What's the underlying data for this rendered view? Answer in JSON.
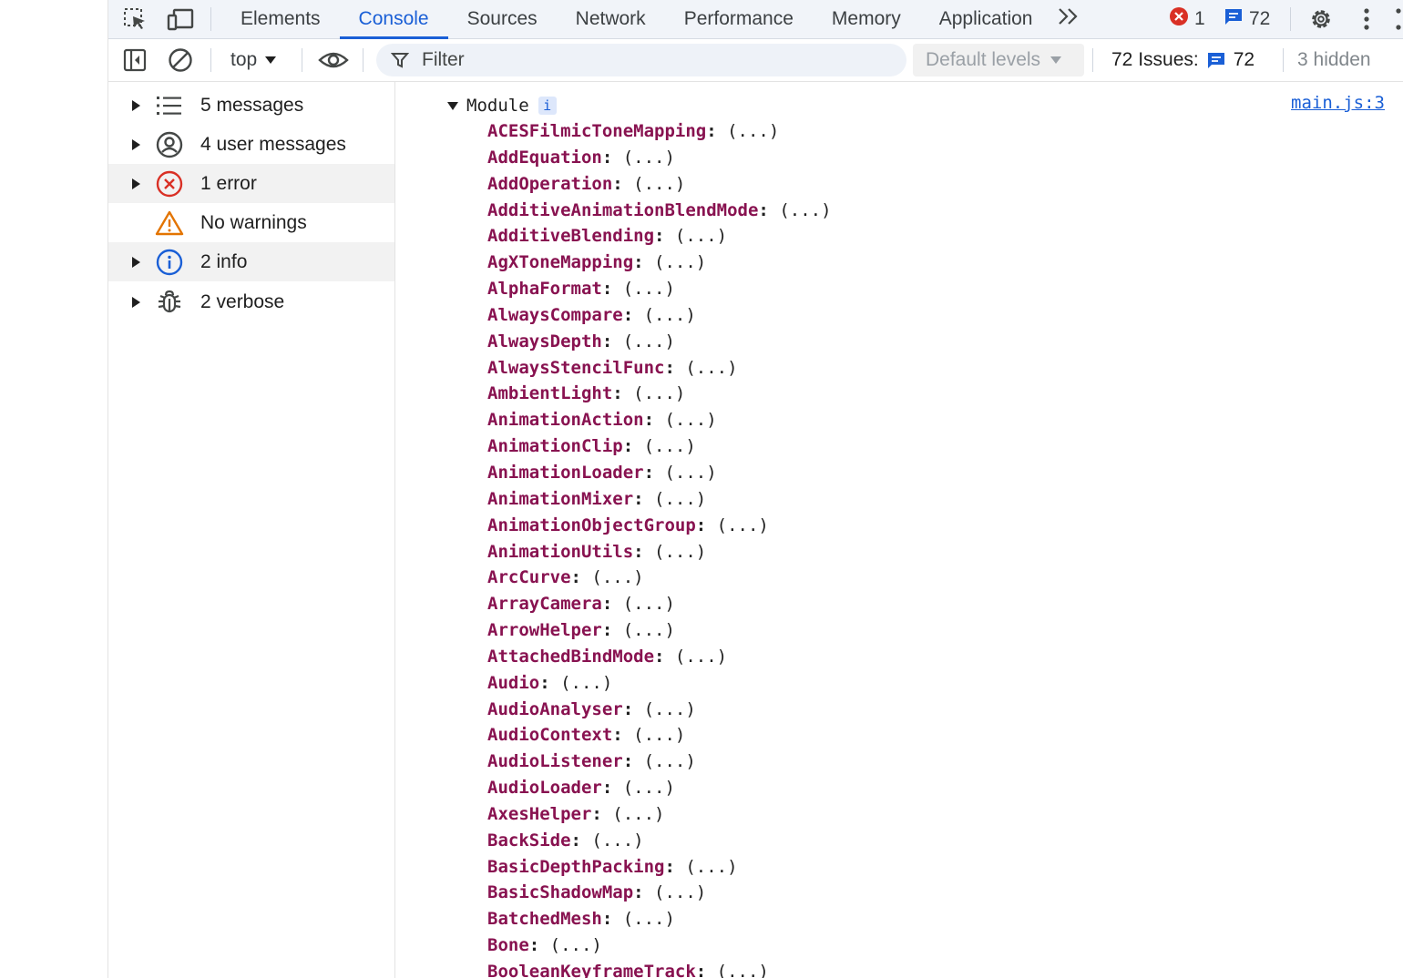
{
  "tabs": [
    "Elements",
    "Console",
    "Sources",
    "Network",
    "Performance",
    "Memory",
    "Application"
  ],
  "active_tab": "Console",
  "error_count": "1",
  "message_count": "72",
  "context_selector": "top",
  "filter_placeholder": "Filter",
  "levels_label": "Default levels",
  "issues": {
    "label": "72 Issues:",
    "count": "72",
    "hidden": "3 hidden"
  },
  "colors": {
    "accent": "#1a5fd6",
    "error": "#d93025",
    "warning": "#e37400",
    "property_key": "#881250"
  },
  "sidebar": [
    {
      "label": "5 messages",
      "icon": "list-icon",
      "expandable": true
    },
    {
      "label": "4 user messages",
      "icon": "user-circle-icon",
      "expandable": true
    },
    {
      "label": "1 error",
      "icon": "error-circle-icon",
      "expandable": true,
      "selected": true
    },
    {
      "label": "No warnings",
      "icon": "warning-triangle-icon",
      "expandable": false
    },
    {
      "label": "2 info",
      "icon": "info-circle-icon",
      "expandable": true,
      "selected": true
    },
    {
      "label": "2 verbose",
      "icon": "bug-icon",
      "expandable": true
    }
  ],
  "console": {
    "object_label": "Module",
    "info_badge": "i",
    "source_link": "main.js:3",
    "collapsed_value": "(...)",
    "properties": [
      "ACESFilmicToneMapping",
      "AddEquation",
      "AddOperation",
      "AdditiveAnimationBlendMode",
      "AdditiveBlending",
      "AgXToneMapping",
      "AlphaFormat",
      "AlwaysCompare",
      "AlwaysDepth",
      "AlwaysStencilFunc",
      "AmbientLight",
      "AnimationAction",
      "AnimationClip",
      "AnimationLoader",
      "AnimationMixer",
      "AnimationObjectGroup",
      "AnimationUtils",
      "ArcCurve",
      "ArrayCamera",
      "ArrowHelper",
      "AttachedBindMode",
      "Audio",
      "AudioAnalyser",
      "AudioContext",
      "AudioListener",
      "AudioLoader",
      "AxesHelper",
      "BackSide",
      "BasicDepthPacking",
      "BasicShadowMap",
      "BatchedMesh",
      "Bone",
      "BooleanKeyframeTrack"
    ]
  }
}
